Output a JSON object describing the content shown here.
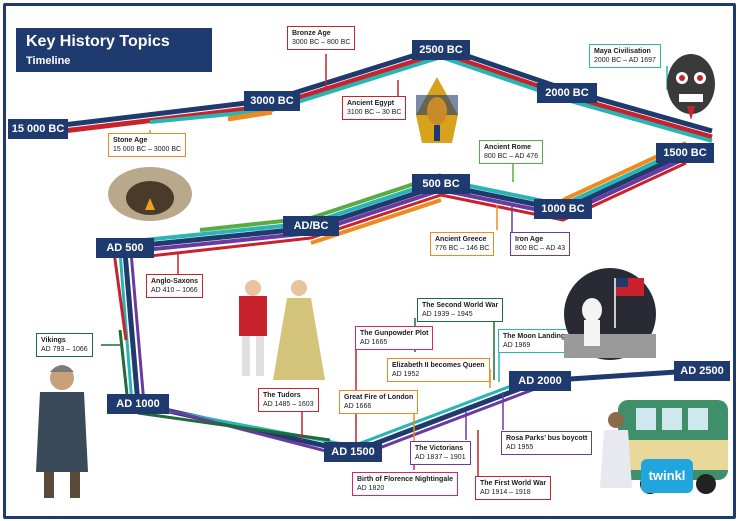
{
  "header": {
    "title": "Key History Topics",
    "subtitle": "Timeline"
  },
  "nodes": {
    "n15000bc": "15 000 BC",
    "n3000bc": "3000 BC",
    "n2500bc": "2500 BC",
    "n2000bc": "2000 BC",
    "n1500bc": "1500 BC",
    "n1000bc": "1000 BC",
    "n500bc": "500 BC",
    "nadbc": "AD/BC",
    "nad500": "AD 500",
    "nad1000": "AD 1000",
    "nad1500": "AD 1500",
    "nad2000": "AD 2000",
    "nad2500": "AD 2500"
  },
  "events": {
    "bronze_age": {
      "name": "Bronze Age",
      "dates": "3000 BC – 800 BC"
    },
    "ancient_egypt": {
      "name": "Ancient Egypt",
      "dates": "3100 BC – 30 BC"
    },
    "stone_age": {
      "name": "Stone Age",
      "dates": "15 000 BC – 3000 BC"
    },
    "maya": {
      "name": "Maya Civilisation",
      "dates": "2000 BC – AD 1697"
    },
    "ancient_rome": {
      "name": "Ancient Rome",
      "dates": "800 BC – AD 476"
    },
    "ancient_greece": {
      "name": "Ancient Greece",
      "dates": "776 BC – 146 BC"
    },
    "iron_age": {
      "name": "Iron Age",
      "dates": "800 BC – AD 43"
    },
    "anglo_saxons": {
      "name": "Anglo-Saxons",
      "dates": "AD 410 – 1066"
    },
    "vikings": {
      "name": "Vikings",
      "dates": "AD 793 – 1066"
    },
    "tudors": {
      "name": "The Tudors",
      "dates": "AD 1485 – 1603"
    },
    "gunpowder_plot": {
      "name": "The Gunpowder Plot",
      "dates": "AD 1665"
    },
    "ww2": {
      "name": "The Second World War",
      "dates": "AD 1939 – 1945"
    },
    "moon_landing": {
      "name": "The Moon Landing",
      "dates": "AD 1969"
    },
    "elizabeth": {
      "name": "Elizabeth II becomes Queen",
      "dates": "AD 1952"
    },
    "great_fire": {
      "name": "Great Fire of London",
      "dates": "AD 1666"
    },
    "victorians": {
      "name": "The Victorians",
      "dates": "AD 1837 – 1901"
    },
    "rosa_parks": {
      "name": "Rosa Parks’ bus boycott",
      "dates": "AD 1955"
    },
    "nightingale": {
      "name": "Birth of Florence Nightingale",
      "dates": "AD 1820"
    },
    "ww1": {
      "name": "The First World War",
      "dates": "AD 1914 – 1918"
    }
  },
  "logo": {
    "text": "twinkl"
  },
  "colors": {
    "navy": "#1f3a6e",
    "red": "#c8232c",
    "orange": "#f08a1d",
    "teal": "#2ab5b5",
    "green": "#5aab46",
    "purple": "#6b3aa0",
    "dark_green": "#1f6b3a",
    "cyan": "#21a5dd",
    "pink": "#d8256a"
  }
}
